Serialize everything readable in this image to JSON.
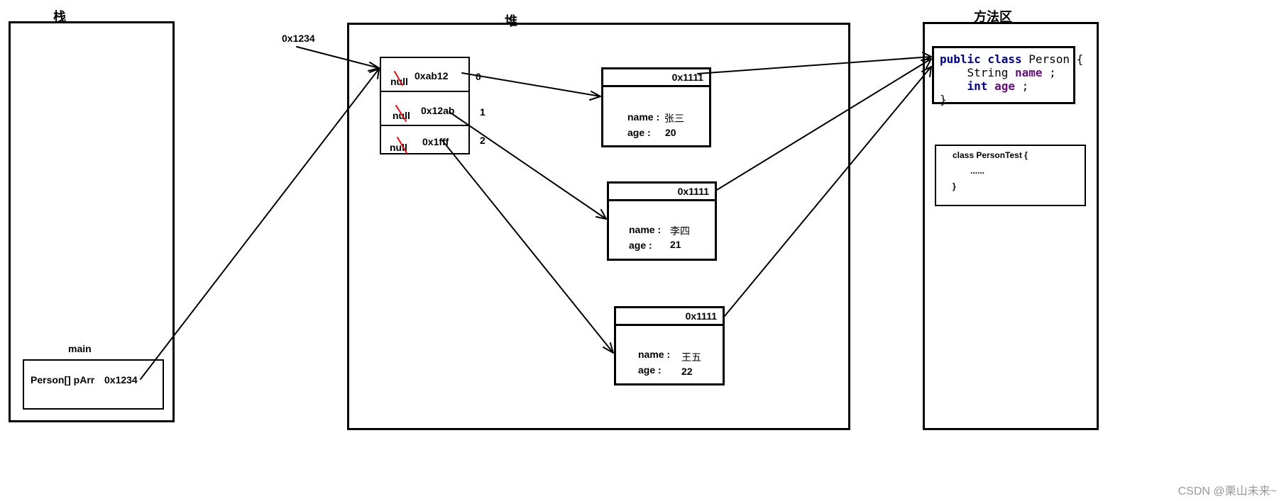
{
  "regions": {
    "stack_title": "栈",
    "heap_title": "堆",
    "method_area_title": "方法区"
  },
  "stack": {
    "frame_label": "main",
    "variable": "Person[] pArr",
    "variable_value": "0x1234"
  },
  "heap": {
    "array_address": "0x1234",
    "array_slots": [
      {
        "index": "0",
        "old_value": "null",
        "value": "0xab12"
      },
      {
        "index": "1",
        "old_value": "null",
        "value": "0x12ab"
      },
      {
        "index": "2",
        "old_value": "null",
        "value": "0x1fff"
      }
    ],
    "objects": [
      {
        "class_address": "0x1111",
        "name_label": "name :",
        "name_value": "张三",
        "age_label": "age :",
        "age_value": "20"
      },
      {
        "class_address": "0x1111",
        "name_label": "name :",
        "name_value": "李四",
        "age_label": "age :",
        "age_value": "21"
      },
      {
        "class_address": "0x1111",
        "name_label": "name :",
        "name_value": "王五",
        "age_label": "age :",
        "age_value": "22"
      }
    ]
  },
  "method_area": {
    "person_class": {
      "line1_kw": "public class",
      "line1_name": " Person {",
      "line2_type": "String ",
      "line2_field": "name",
      "line2_end": " ;",
      "line3_type": "int ",
      "line3_field": "age",
      "line3_end": " ;",
      "line4": "}"
    },
    "test_class": {
      "line1": "class PersonTest {",
      "line2": "......",
      "line3": "}"
    }
  },
  "watermark": "CSDN @栗山未来~",
  "colors": {
    "strike": "#e01010",
    "keyword": "#000080",
    "field": "#660e7a"
  }
}
